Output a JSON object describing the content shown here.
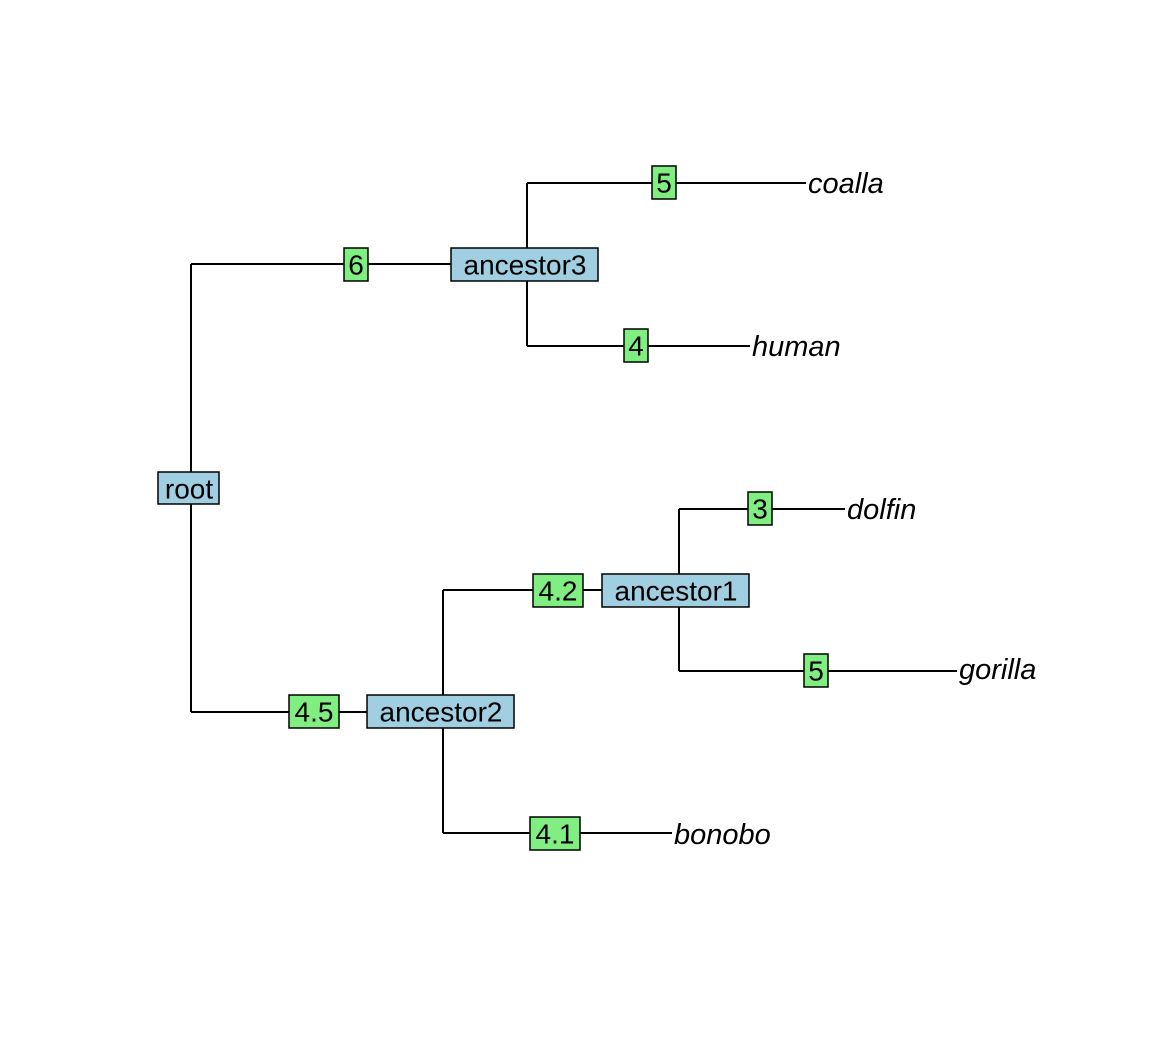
{
  "colors": {
    "internal_node": "#9fcfe0",
    "branch_length": "#80ee80",
    "edge": "#000000"
  },
  "tree": {
    "root": {
      "label": "root"
    },
    "internal_nodes": {
      "ancestor1": {
        "label": "ancestor1"
      },
      "ancestor2": {
        "label": "ancestor2"
      },
      "ancestor3": {
        "label": "ancestor3"
      }
    },
    "tips": {
      "coalla": {
        "label": "coalla"
      },
      "human": {
        "label": "human"
      },
      "dolfin": {
        "label": "dolfin"
      },
      "gorilla": {
        "label": "gorilla"
      },
      "bonobo": {
        "label": "bonobo"
      }
    },
    "branches": {
      "root_ancestor3": {
        "from": "root",
        "to": "ancestor3",
        "length": "6"
      },
      "ancestor3_coalla": {
        "from": "ancestor3",
        "to": "coalla",
        "length": "5"
      },
      "ancestor3_human": {
        "from": "ancestor3",
        "to": "human",
        "length": "4"
      },
      "root_ancestor2": {
        "from": "root",
        "to": "ancestor2",
        "length": "4.5"
      },
      "ancestor2_ancestor1": {
        "from": "ancestor2",
        "to": "ancestor1",
        "length": "4.2"
      },
      "ancestor1_dolfin": {
        "from": "ancestor1",
        "to": "dolfin",
        "length": "3"
      },
      "ancestor1_gorilla": {
        "from": "ancestor1",
        "to": "gorilla",
        "length": "5"
      },
      "ancestor2_bonobo": {
        "from": "ancestor2",
        "to": "bonobo",
        "length": "4.1"
      }
    }
  }
}
